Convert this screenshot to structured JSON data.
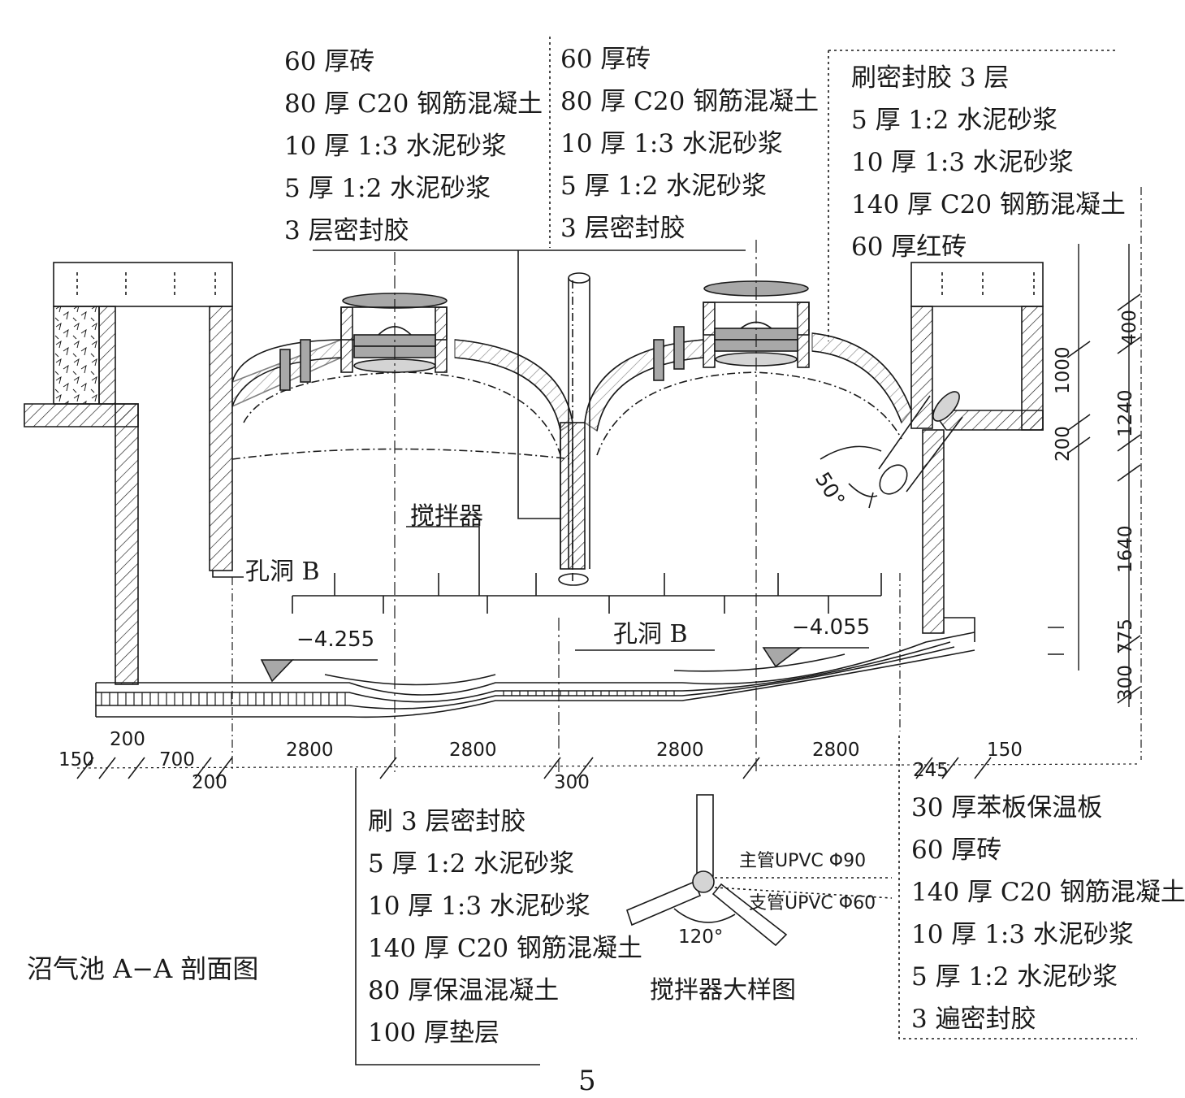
{
  "notes": {
    "top_left": [
      "60 厚砖",
      "80 厚 C20 钢筋混凝土",
      "10 厚 1:3 水泥砂浆",
      "5 厚 1:2 水泥砂浆",
      "3 层密封胶"
    ],
    "top_middle": [
      "60 厚砖",
      "80 厚 C20 钢筋混凝土",
      "10 厚 1:3 水泥砂浆",
      "5 厚 1:2 水泥砂浆",
      "3 层密封胶"
    ],
    "top_right": [
      "刷密封胶 3 层",
      "5 厚 1:2 水泥砂浆",
      "10 厚 1:3 水泥砂浆",
      "140 厚 C20 钢筋混凝土",
      "60 厚红砖"
    ],
    "bottom_middle": [
      "刷 3 层密封胶",
      "5 厚 1:2 水泥砂浆",
      "10 厚 1:3 水泥砂浆",
      "140 厚 C20 钢筋混凝土",
      "80 厚保温混凝土",
      "100 厚垫层"
    ],
    "bottom_right": [
      "30 厚苯板保温板",
      "60 厚砖",
      "140 厚 C20 钢筋混凝土",
      "10 厚 1:3 水泥砂浆",
      "5 厚 1:2 水泥砂浆",
      "3 遍密封胶"
    ]
  },
  "labels": {
    "stirrer": "搅拌器",
    "hole_left": "孔洞 B",
    "hole_middle": "孔洞 B",
    "level_left": "−4.255",
    "level_right": "−4.055",
    "angle_50": "50°",
    "main_pipe": "主管UPVC Φ90",
    "branch_pipe": "支管UPVC Φ60",
    "angle_120": "120°",
    "detail_title": "搅拌器大样图",
    "section_title": "沼气池 A−A 剖面图",
    "page_number": "5"
  },
  "dimensions": {
    "bottom": [
      "150",
      "200",
      "700",
      "200",
      "2800",
      "2800",
      "300",
      "2800",
      "2800",
      "245",
      "150"
    ],
    "right": [
      "400",
      "1000",
      "1240",
      "200",
      "1640",
      "775",
      "300"
    ]
  },
  "colors": {
    "line": "#1a1a1a",
    "cover_fill": "#a8a8a8",
    "cap_fill": "#d4d4d4"
  }
}
